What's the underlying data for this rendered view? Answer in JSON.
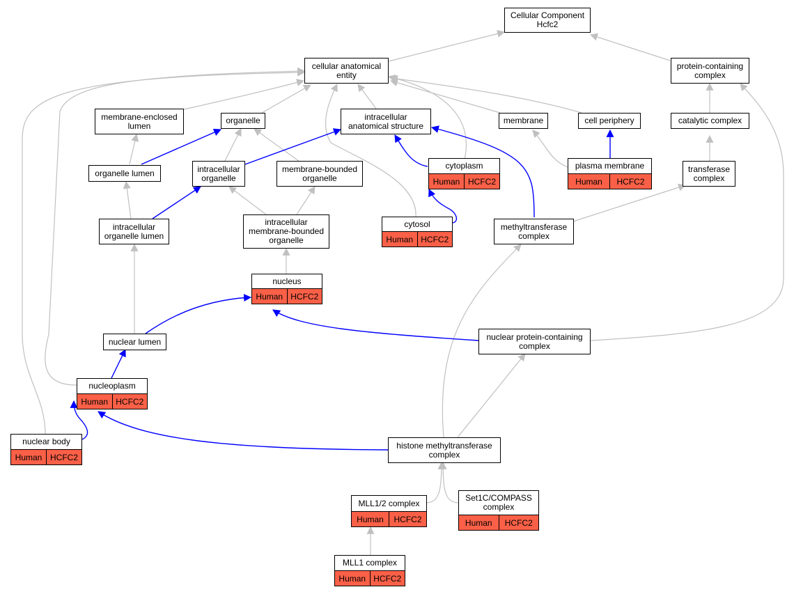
{
  "colors": {
    "annotation_fill": "#fa6047",
    "edge_is_a": "#c0c0c0",
    "edge_part_of": "#0000ff"
  },
  "nodes": {
    "root": {
      "label": "Cellular Component\nHcfc2"
    },
    "cae": {
      "label": "cellular anatomical\nentity"
    },
    "pcc": {
      "label": "protein-containing\ncomplex"
    },
    "mel": {
      "label": "membrane-enclosed\nlumen"
    },
    "org": {
      "label": "organelle"
    },
    "ias": {
      "label": "intracellular\nanatomical structure"
    },
    "mem": {
      "label": "membrane"
    },
    "cp": {
      "label": "cell periphery"
    },
    "catc": {
      "label": "catalytic complex"
    },
    "orgl": {
      "label": "organelle lumen"
    },
    "io": {
      "label": "intracellular\norganelle"
    },
    "mbo": {
      "label": "membrane-bounded\norganelle"
    },
    "cyto": {
      "label": "cytoplasm",
      "species": "Human",
      "gene": "HCFC2"
    },
    "pm": {
      "label": "plasma membrane",
      "species": "Human",
      "gene": "HCFC2"
    },
    "tc": {
      "label": "transferase\ncomplex"
    },
    "iol": {
      "label": "intracellular\norganelle lumen"
    },
    "imbo": {
      "label": "intracellular\nmembrane-bounded\norganelle"
    },
    "cytosol": {
      "label": "cytosol",
      "species": "Human",
      "gene": "HCFC2"
    },
    "mtc": {
      "label": "methyltransferase\ncomplex"
    },
    "nuc": {
      "label": "nucleus",
      "species": "Human",
      "gene": "HCFC2"
    },
    "nl": {
      "label": "nuclear lumen"
    },
    "npcc": {
      "label": "nuclear protein-containing\ncomplex"
    },
    "np": {
      "label": "nucleoplasm",
      "species": "Human",
      "gene": "HCFC2"
    },
    "nb": {
      "label": "nuclear body",
      "species": "Human",
      "gene": "HCFC2"
    },
    "hmtc": {
      "label": "histone methyltransferase\ncomplex"
    },
    "mll12": {
      "label": "MLL1/2 complex",
      "species": "Human",
      "gene": "HCFC2"
    },
    "set1c": {
      "label": "Set1C/COMPASS\ncomplex",
      "species": "Human",
      "gene": "HCFC2"
    },
    "mll1": {
      "label": "MLL1 complex",
      "species": "Human",
      "gene": "HCFC2"
    }
  }
}
